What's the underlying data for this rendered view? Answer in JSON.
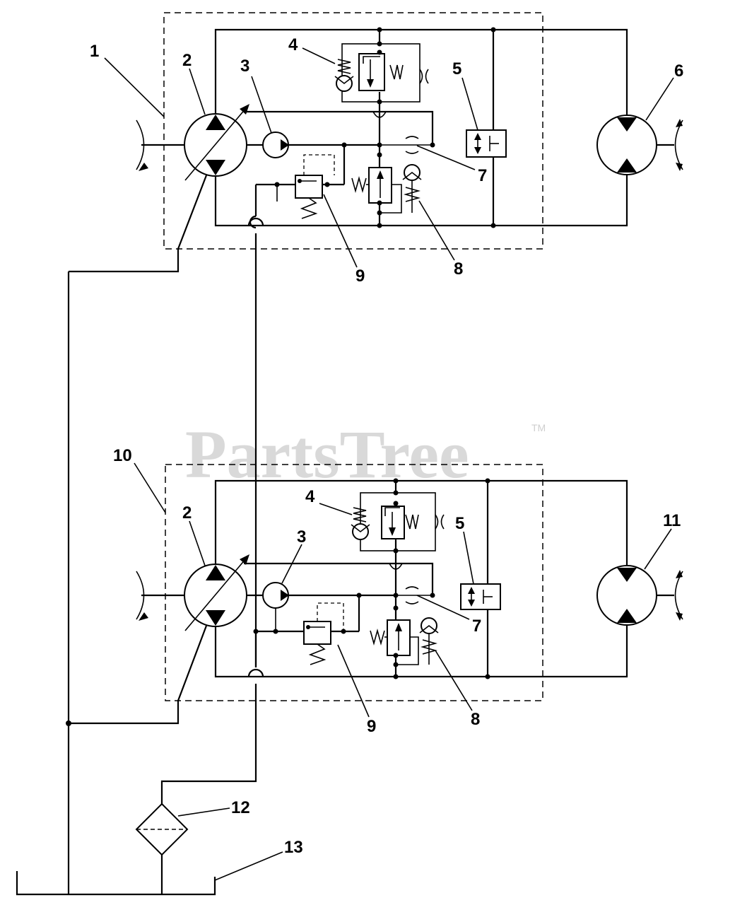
{
  "watermark": {
    "text": "PartsTree",
    "tm": "TM"
  },
  "callouts": {
    "top": [
      "1",
      "2",
      "3",
      "4",
      "5",
      "6",
      "7",
      "8",
      "9"
    ],
    "bottom": [
      "10",
      "2",
      "3",
      "4",
      "5",
      "11",
      "7",
      "8",
      "9"
    ],
    "shared": [
      "12",
      "13"
    ]
  }
}
